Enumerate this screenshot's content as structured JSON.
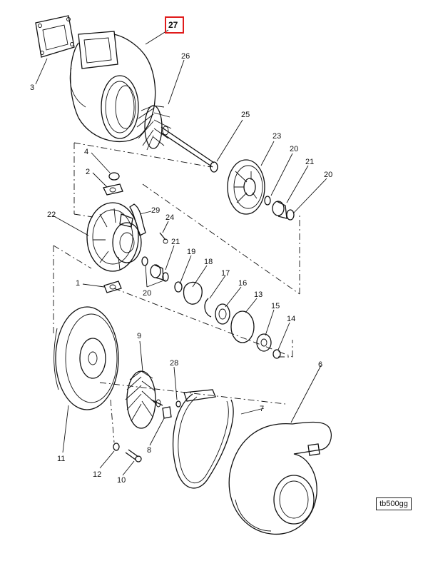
{
  "figure_id": "tb500gg",
  "highlighted_callout": "27",
  "callouts": [
    {
      "id": "c1",
      "label": "1"
    },
    {
      "id": "c2",
      "label": "2"
    },
    {
      "id": "c3",
      "label": "3"
    },
    {
      "id": "c4",
      "label": "4"
    },
    {
      "id": "c6",
      "label": "6"
    },
    {
      "id": "c7",
      "label": "7"
    },
    {
      "id": "c8",
      "label": "8"
    },
    {
      "id": "c9",
      "label": "9"
    },
    {
      "id": "c10",
      "label": "10"
    },
    {
      "id": "c11",
      "label": "11"
    },
    {
      "id": "c12",
      "label": "12"
    },
    {
      "id": "c13",
      "label": "13"
    },
    {
      "id": "c14",
      "label": "14"
    },
    {
      "id": "c15",
      "label": "15"
    },
    {
      "id": "c16",
      "label": "16"
    },
    {
      "id": "c17",
      "label": "17"
    },
    {
      "id": "c18",
      "label": "18"
    },
    {
      "id": "c19",
      "label": "19"
    },
    {
      "id": "c20a",
      "label": "20"
    },
    {
      "id": "c20b",
      "label": "20"
    },
    {
      "id": "c20c",
      "label": "20"
    },
    {
      "id": "c21a",
      "label": "21"
    },
    {
      "id": "c21b",
      "label": "21"
    },
    {
      "id": "c22",
      "label": "22"
    },
    {
      "id": "c23",
      "label": "23"
    },
    {
      "id": "c24",
      "label": "24"
    },
    {
      "id": "c25",
      "label": "25"
    },
    {
      "id": "c26",
      "label": "26"
    },
    {
      "id": "c28",
      "label": "28"
    },
    {
      "id": "c29",
      "label": "29"
    }
  ]
}
